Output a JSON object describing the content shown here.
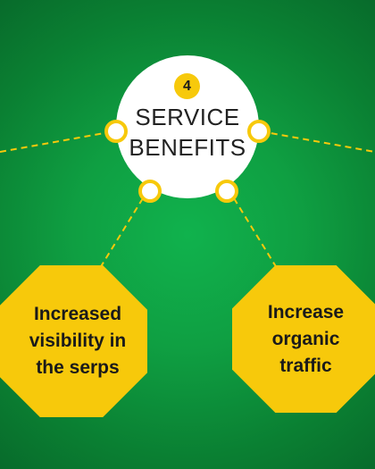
{
  "center": {
    "step_number": "4",
    "title_line1": "SERVICE",
    "title_line2": "BENEFITS"
  },
  "benefits": [
    {
      "lines": [
        "Increased",
        "visibility in",
        "the serps"
      ]
    },
    {
      "lines": [
        "Increase",
        "organic",
        "traffic"
      ]
    }
  ],
  "colors": {
    "background": "#0f9f42",
    "accent": "#f7c90b",
    "circle": "#ffffff",
    "text": "#1a1a1a"
  }
}
